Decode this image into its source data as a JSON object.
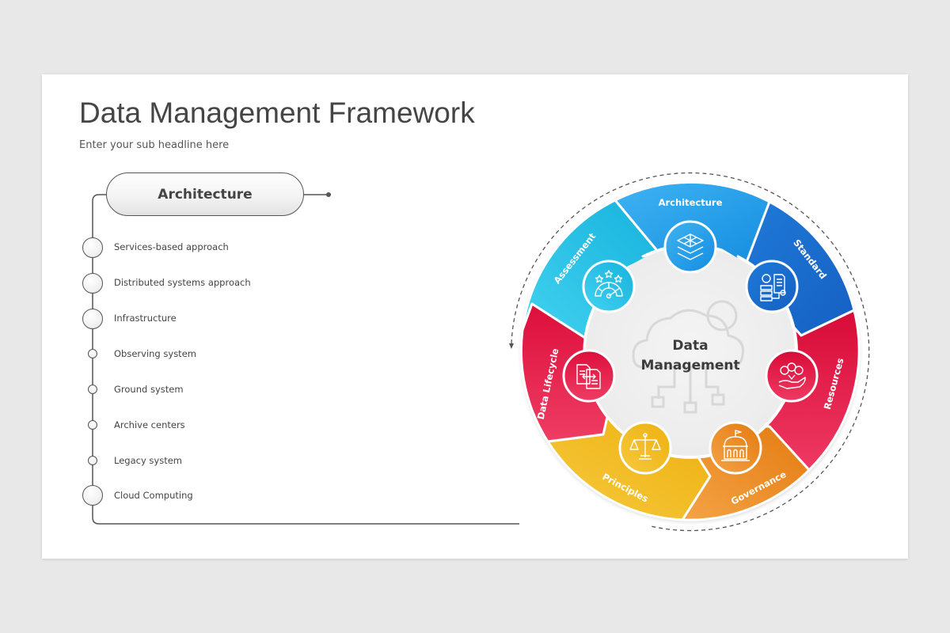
{
  "slide": {
    "title": "Data Management Framework",
    "subtitle": "Enter your sub headline here"
  },
  "left_panel": {
    "heading": "Architecture",
    "items": [
      {
        "label": "Services-based approach",
        "node_size": "large"
      },
      {
        "label": "Distributed systems approach",
        "node_size": "large"
      },
      {
        "label": "Infrastructure",
        "node_size": "large"
      },
      {
        "label": "Observing system",
        "node_size": "small"
      },
      {
        "label": "Ground system",
        "node_size": "small"
      },
      {
        "label": "Archive centers",
        "node_size": "small"
      },
      {
        "label": "Legacy system",
        "node_size": "small"
      },
      {
        "label": "Cloud Computing",
        "node_size": "large"
      }
    ]
  },
  "wheel": {
    "center_label_line1": "Data",
    "center_label_line2": "Management",
    "center_icon": "cloud-gear-circuit-icon",
    "segments": [
      {
        "label": "Architecture",
        "icon": "layers-grid-icon",
        "color": "#1e9be8"
      },
      {
        "label": "Standard",
        "icon": "gear-document-server-icon",
        "color": "#1a6fd0"
      },
      {
        "label": "Resources",
        "icon": "hand-people-money-icon",
        "color": "#e0153f"
      },
      {
        "label": "Governance",
        "icon": "government-building-icon",
        "color": "#ee8a1e"
      },
      {
        "label": "Principles",
        "icon": "balance-scale-icon",
        "color": "#f2b71f"
      },
      {
        "label": "Data Lifecycle",
        "icon": "document-exchange-icon",
        "color": "#e61d4b"
      },
      {
        "label": "Assessment",
        "icon": "rating-gauge-icon",
        "color": "#22bfe3"
      }
    ]
  },
  "colors": {
    "background": "#e9e8e8",
    "slide": "#ffffff",
    "title": "#454545",
    "line": "#555555"
  }
}
